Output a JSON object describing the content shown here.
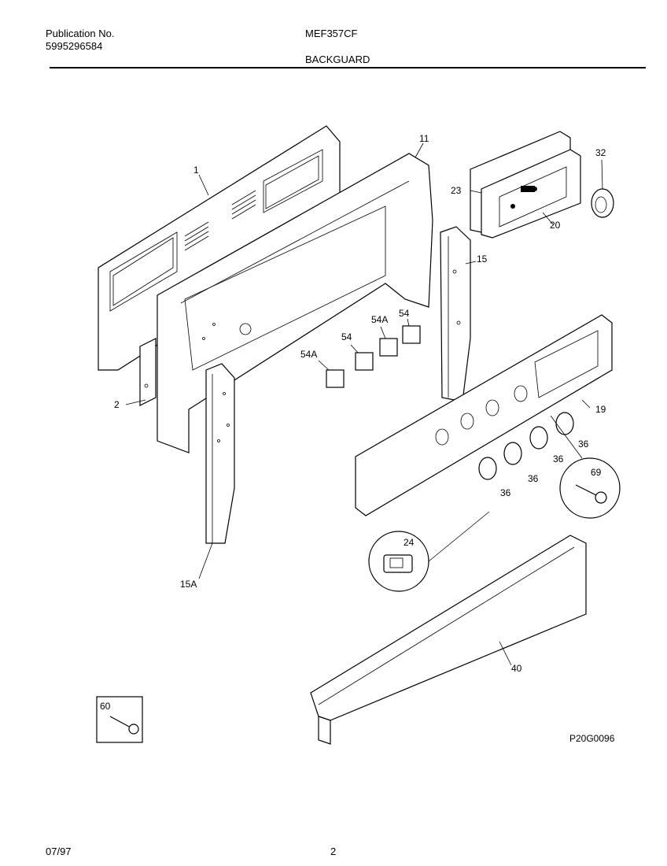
{
  "header": {
    "publication_label": "Publication No.",
    "publication_number": "5995296584",
    "model_number": "MEF357CF",
    "section_title": "BACKGUARD"
  },
  "diagram": {
    "drawing_code": "P20G0096",
    "callouts": {
      "p1": "1",
      "p2": "2",
      "p11": "11",
      "p15": "15",
      "p15a": "15A",
      "p19": "19",
      "p20": "20",
      "p23": "23",
      "p24": "24",
      "p32": "32",
      "p36a": "36",
      "p36b": "36",
      "p36c": "36",
      "p36d": "36",
      "p40": "40",
      "p54a": "54",
      "p54b": "54",
      "p54Aa": "54A",
      "p54Ab": "54A",
      "p60": "60",
      "p69": "69"
    }
  },
  "footer": {
    "date": "07/97",
    "page": "2"
  }
}
